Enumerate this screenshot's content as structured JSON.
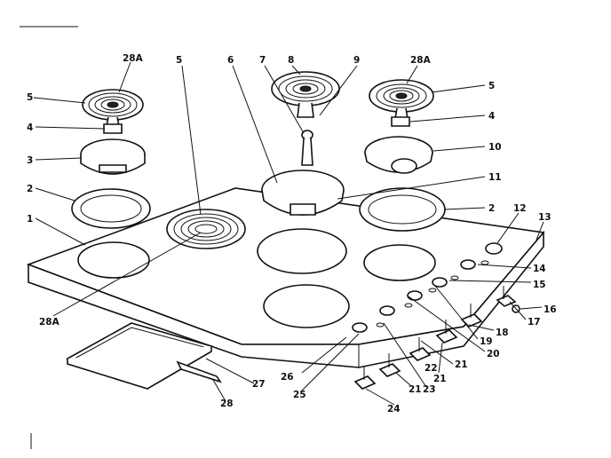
{
  "diagram": {
    "labels": {
      "l28a_a": "28A",
      "l5_a": "5",
      "l6": "6",
      "l7": "7",
      "l8": "8",
      "l9": "9",
      "l28a_b": "28A",
      "l5_b": "5",
      "l4_a": "4",
      "l4_b": "4",
      "l3": "3",
      "l10": "10",
      "l11": "11",
      "l2_a": "2",
      "l2_b": "2",
      "l1": "1",
      "l28a_c": "28A",
      "l12": "12",
      "l13": "13",
      "l14": "14",
      "l15": "15",
      "l16": "16",
      "l17": "17",
      "l18": "18",
      "l19": "19",
      "l20": "20",
      "l21_a": "21",
      "l21_b": "21",
      "l21_c": "21",
      "l22": "22",
      "l23": "23",
      "l24": "24",
      "l25": "25",
      "l26": "26",
      "l27": "27",
      "l28": "28",
      "l5_c": "5"
    }
  }
}
